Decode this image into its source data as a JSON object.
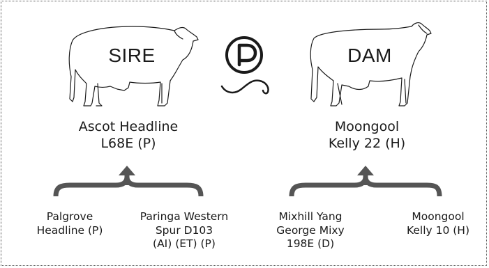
{
  "sire": {
    "label": "SIRE",
    "name_line1": "Ascot Headline",
    "name_line2": "L68E (P)",
    "parents": [
      {
        "line1": "Palgrove",
        "line2": "Headline (P)"
      },
      {
        "line1": "Paringa Western",
        "line2": "Spur D103",
        "line3": "(AI) (ET) (P)"
      }
    ]
  },
  "dam": {
    "label": "DAM",
    "name_line1": "Moongool",
    "name_line2": "Kelly 22 (H)",
    "parents": [
      {
        "line1": "Mixhill Yang",
        "line2": "George Mixy",
        "line3": "198E (D)"
      },
      {
        "line1": "Moongool",
        "line2": "Kelly 10 (H)"
      }
    ]
  },
  "center_symbol": {
    "letter": "P"
  },
  "colors": {
    "stroke": "#1a1a1a",
    "bracket": "#555555",
    "frame": "#555555"
  }
}
